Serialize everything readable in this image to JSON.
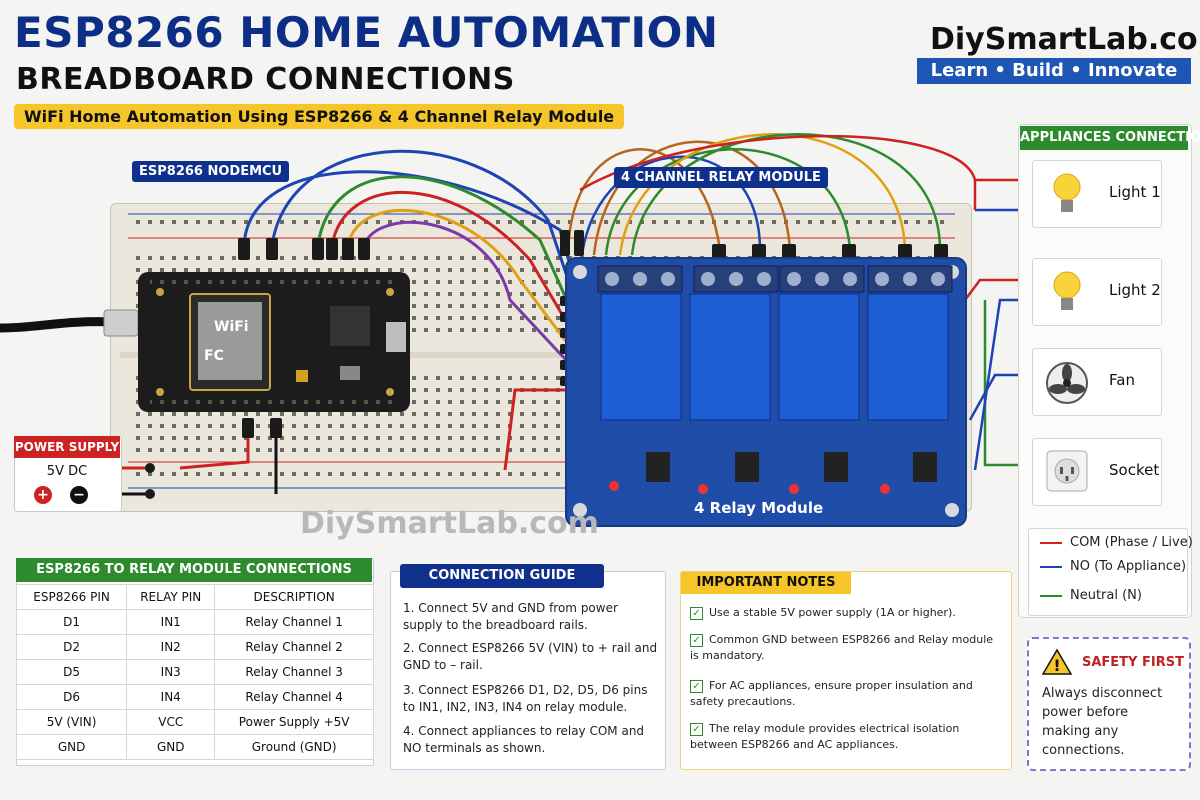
{
  "header": {
    "title": "ESP8266 HOME AUTOMATION",
    "title2": "BREADBOARD CONNECTIONS",
    "subtitle": "WiFi Home Automation Using ESP8266 & 4 Channel Relay Module",
    "brand": "DiySmartLab.com",
    "tagline": "Learn • Build • Innovate"
  },
  "diagram": {
    "esp_label": "ESP8266 NODEMCU",
    "relay_label": "4 CHANNEL RELAY MODULE",
    "relay_board_text": "4 Relay Module",
    "wifi_text": "WiFi",
    "fc_text": "FC",
    "watermark": "DiySmartLab.com"
  },
  "power_supply": {
    "heading": "POWER SUPPLY",
    "voltage": "5V DC",
    "plus": "+",
    "minus": "−"
  },
  "appliances": {
    "heading": "APPLIANCES CONNECTION",
    "items": [
      {
        "label": "Light 1",
        "icon": "bulb-icon"
      },
      {
        "label": "Light 2",
        "icon": "bulb-icon"
      },
      {
        "label": "Fan",
        "icon": "fan-icon"
      },
      {
        "label": "Socket",
        "icon": "socket-icon"
      }
    ],
    "legend": [
      {
        "label": "COM (Phase / Live)",
        "color": "#cc2222"
      },
      {
        "label": "NO (To Appliance)",
        "color": "#1d44b4"
      },
      {
        "label": "Neutral (N)",
        "color": "#2d8a2d"
      }
    ]
  },
  "connections_table": {
    "heading": "ESP8266 TO RELAY MODULE CONNECTIONS",
    "columns": [
      "ESP8266 PIN",
      "RELAY PIN",
      "DESCRIPTION"
    ],
    "rows": [
      [
        "D1",
        "IN1",
        "Relay Channel 1"
      ],
      [
        "D2",
        "IN2",
        "Relay Channel 2"
      ],
      [
        "D5",
        "IN3",
        "Relay Channel 3"
      ],
      [
        "D6",
        "IN4",
        "Relay Channel 4"
      ],
      [
        "5V (VIN)",
        "VCC",
        "Power Supply +5V"
      ],
      [
        "GND",
        "GND",
        "Ground (GND)"
      ]
    ]
  },
  "guide": {
    "heading": "CONNECTION GUIDE",
    "items": [
      "1.  Connect 5V and GND from power supply to the breadboard rails.",
      "2.  Connect ESP8266 5V (VIN) to + rail and GND to – rail.",
      "3.  Connect ESP8266 D1, D2, D5, D6 pins to IN1, IN2, IN3, IN4 on relay module.",
      "4.  Connect appliances to relay COM and NO terminals as shown."
    ]
  },
  "notes": {
    "heading": "IMPORTANT NOTES",
    "items": [
      "Use a stable 5V power supply (1A or higher).",
      "Common GND between ESP8266 and Relay module is mandatory.",
      "For AC appliances, ensure proper insulation and safety precautions.",
      "The relay module provides electrical isolation between ESP8266 and AC appliances."
    ]
  },
  "safety": {
    "heading": "SAFETY FIRST",
    "text": "Always disconnect power before making any connections.",
    "warning_glyph": "!"
  },
  "colors": {
    "title_blue": "#0d2e86",
    "green": "#2d8a2d",
    "yellow": "#f6c52a",
    "red": "#cc2222",
    "relay_blue": "#1f4da8"
  }
}
